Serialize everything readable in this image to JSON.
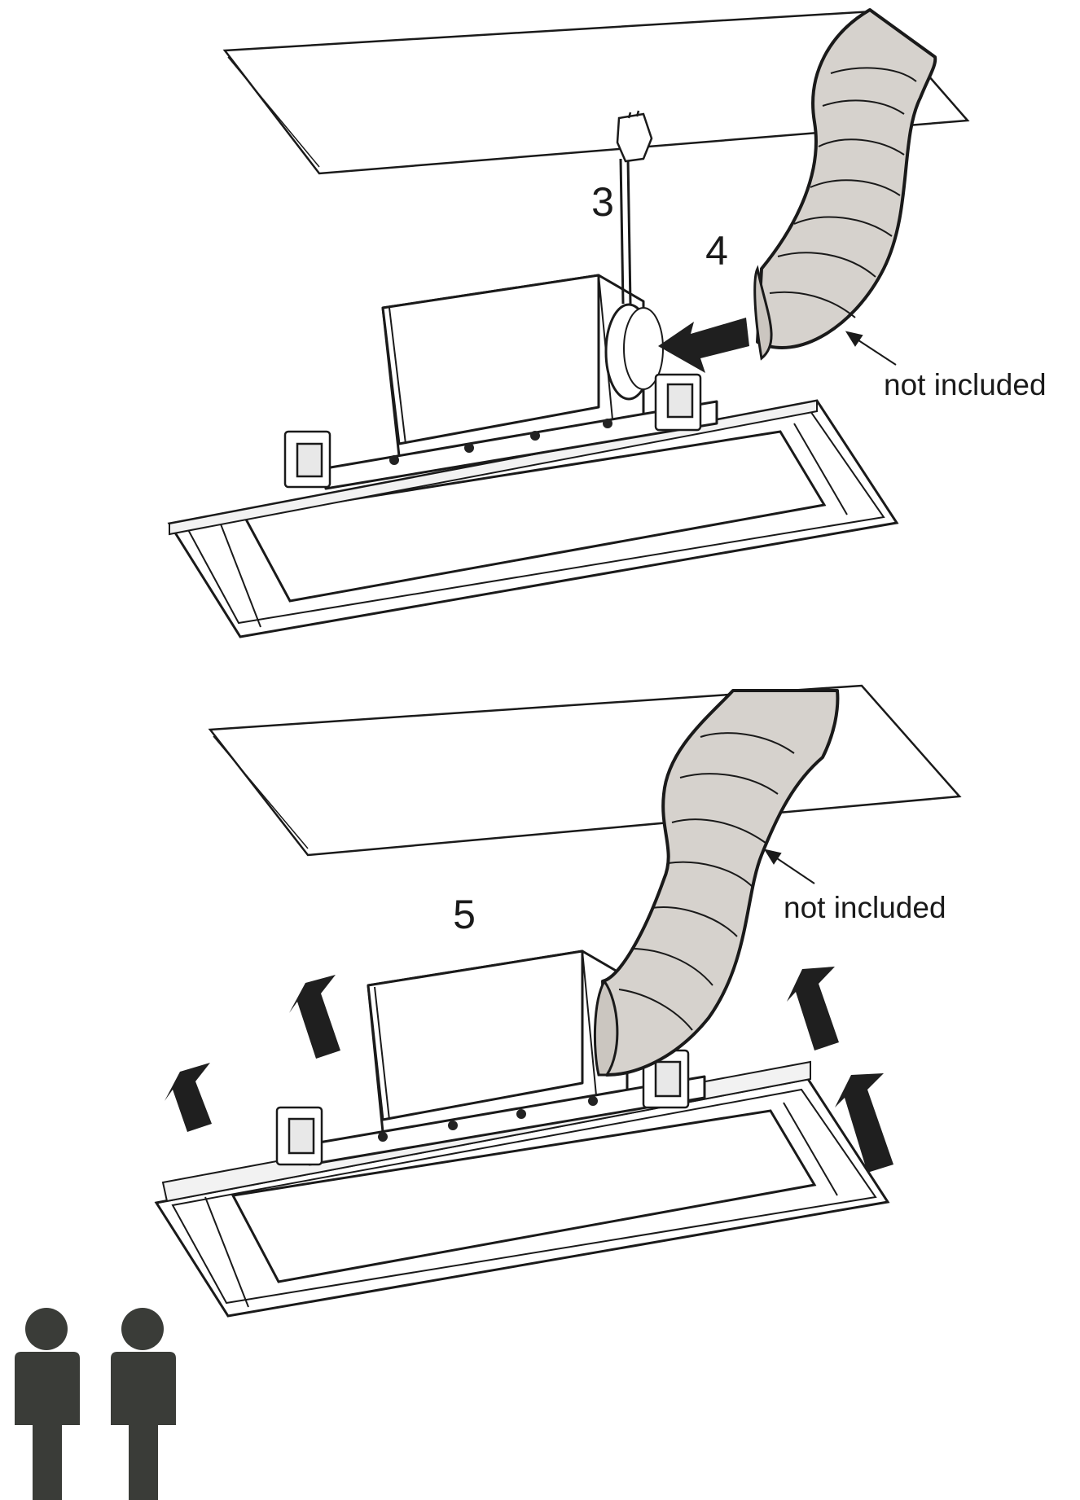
{
  "steps": {
    "step3": "3",
    "step4": "4",
    "step5": "5"
  },
  "notes": {
    "duct_note_top": "not included",
    "duct_note_bottom": "not included"
  },
  "colors": {
    "line": "#1a1a1a",
    "duct_fill": "#d6d2cd",
    "arrow": "#1f1f1f",
    "person": "#3a3c38",
    "panel_fill": "#ffffff"
  },
  "icons": {
    "plug": "power-plug-icon",
    "insert_arrow": "arrow-left-icon",
    "lift_arrows": "arrow-up-icon",
    "two_persons": "person-icon"
  }
}
